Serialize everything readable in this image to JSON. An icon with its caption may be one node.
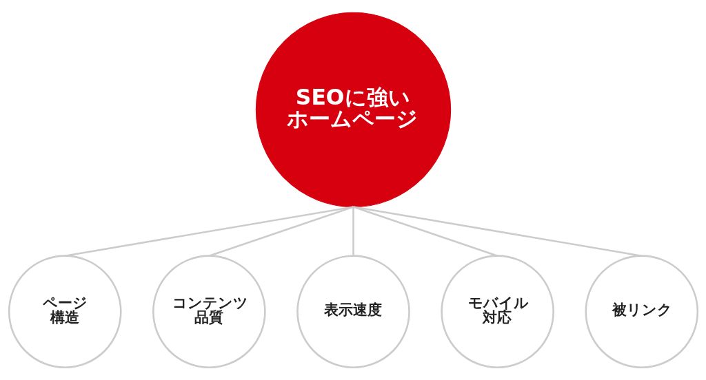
{
  "diagram": {
    "nodes": [
      {
        "text": [
          "SEOに強いホームページ"
        ]
      },
      {
        "text": [
          "ページ構造"
        ]
      },
      {
        "text": [
          "コンテンツ品質"
        ]
      },
      {
        "text": [
          "表示速度"
        ]
      },
      {
        "text": [
          "モバイル対応"
        ]
      },
      {
        "text": [
          "被リンク"
        ]
      }
    ],
    "edges": [
      {
        "from": 0,
        "to": 1,
        "arrow": "none"
      },
      {
        "from": 0,
        "to": 2,
        "arrow": "none"
      },
      {
        "from": 0,
        "to": 3,
        "arrow": "none"
      },
      {
        "from": 0,
        "to": 4,
        "arrow": "none"
      },
      {
        "from": 0,
        "to": 5,
        "arrow": "none"
      }
    ]
  }
}
